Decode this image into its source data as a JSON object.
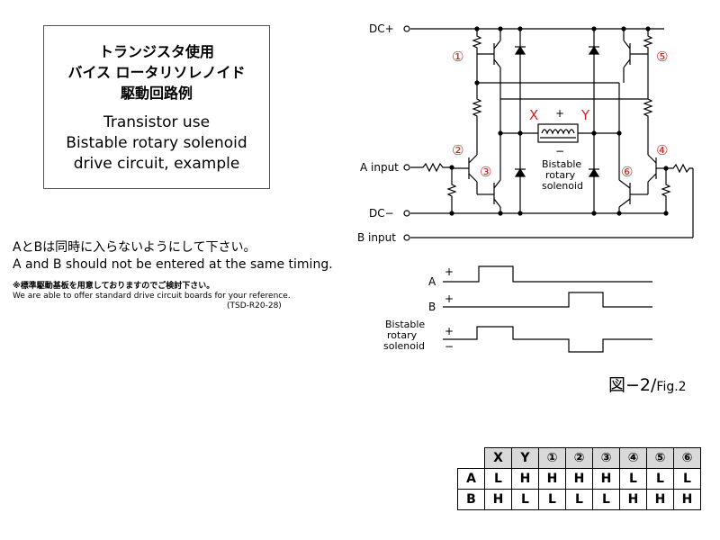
{
  "title_box": {
    "jp_line1": "トランジスタ使用",
    "jp_line2": "バイス ロータリソレノイド",
    "jp_line3": "駆動回路例",
    "en_line1": "Transistor use",
    "en_line2": "Bistable rotary solenoid",
    "en_line3": "drive circuit, example"
  },
  "notes": {
    "jp_warning": "AとBは同時に入らないようにして下さい。",
    "en_warning": "A and B should not be entered at the same timing.",
    "jp_offer": "※標準駆動基板を用意しておりますのでご検討下さい。",
    "en_offer": "We are able to offer standard drive circuit boards for your reference.",
    "ref_code": "(TSD-R20-28)"
  },
  "circuit": {
    "dc_plus": "DC+",
    "dc_minus": "DC−",
    "a_input": "A input",
    "b_input": "B input",
    "x_label": "X",
    "y_label": "Y",
    "plus_sign": "+",
    "minus_sign": "−",
    "solenoid_label_1": "Bistable",
    "solenoid_label_2": "rotary",
    "solenoid_label_3": "solenoid",
    "t1": "①",
    "t2": "②",
    "t3": "③",
    "t4": "④",
    "t5": "⑤",
    "t6": "⑥"
  },
  "timing": {
    "a_label": "A",
    "b_label": "B",
    "sol_label_1": "Bistable",
    "sol_label_2": "rotary",
    "sol_label_3": "solenoid",
    "plus": "+",
    "minus": "−"
  },
  "figure_caption": {
    "main": "図−2/",
    "small": "Fig.2"
  },
  "truth_table": {
    "headers": [
      "X",
      "Y",
      "①",
      "②",
      "③",
      "④",
      "⑤",
      "⑥"
    ],
    "rows": [
      {
        "label": "A",
        "values": [
          "L",
          "H",
          "H",
          "H",
          "H",
          "L",
          "L",
          "L"
        ]
      },
      {
        "label": "B",
        "values": [
          "H",
          "L",
          "L",
          "L",
          "L",
          "H",
          "H",
          "H"
        ]
      }
    ]
  },
  "colors": {
    "line": "#000000",
    "accent_red": "#cc2222",
    "header_gray": "#d9d9d9"
  }
}
